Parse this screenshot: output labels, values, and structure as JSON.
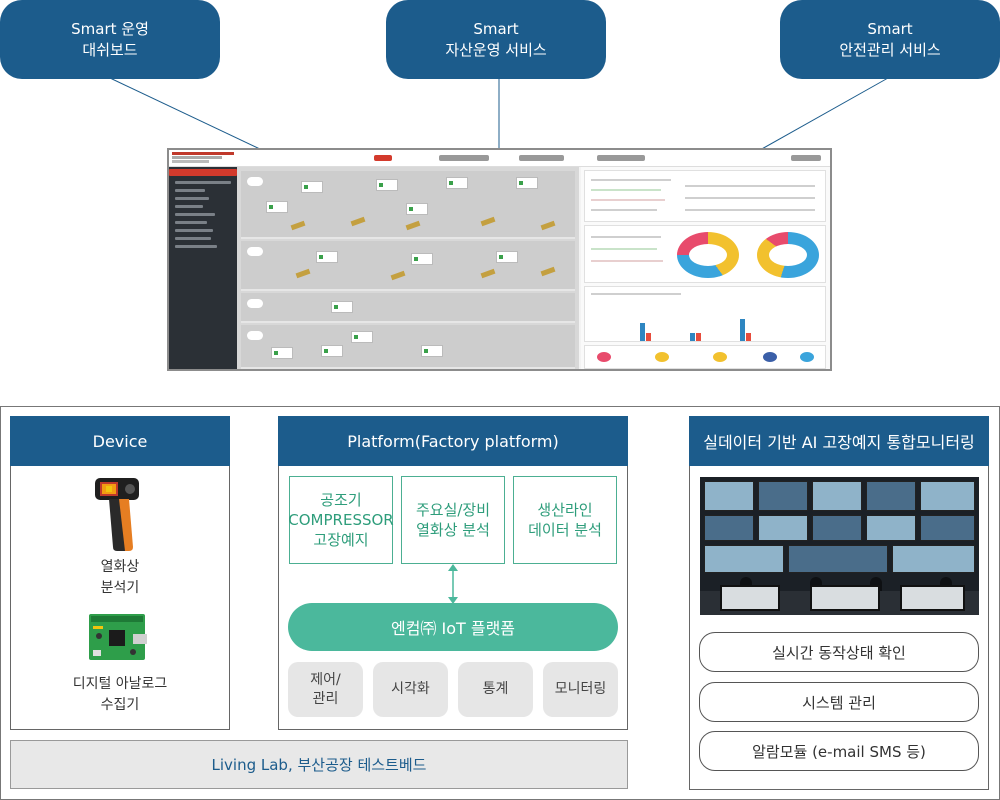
{
  "top_services": [
    {
      "line1": "Smart 운영",
      "line2": "대쉬보드"
    },
    {
      "line1": "Smart",
      "line2": "자산운영 서비스"
    },
    {
      "line1": "Smart",
      "line2": "안전관리 서비스"
    }
  ],
  "device": {
    "title": "Device",
    "items": [
      {
        "line1": "열화상",
        "line2": "분석기",
        "icon": "thermal-camera-icon"
      },
      {
        "line1": "디지털 아날로그",
        "line2": "수집기",
        "icon": "circuit-board-icon"
      }
    ]
  },
  "platform": {
    "title": "Platform(Factory platform)",
    "modules": [
      {
        "lines": [
          "공조기",
          "COMPRESSOR",
          "고장예지"
        ]
      },
      {
        "lines": [
          "주요실/장비",
          "열화상 분석"
        ]
      },
      {
        "lines": [
          "생산라인",
          "데이터 분석"
        ]
      }
    ],
    "iot": "엔컴㈜ IoT 플랫폼",
    "functions": [
      {
        "lines": [
          "제어/",
          "관리"
        ]
      },
      {
        "lines": [
          "시각화"
        ]
      },
      {
        "lines": [
          "통계"
        ]
      },
      {
        "lines": [
          "모니터링"
        ]
      }
    ]
  },
  "living_lab": "Living Lab, 부산공장 테스트베드",
  "monitoring": {
    "title": "실데이터 기반 AI 고장예지 통합모니터링",
    "options": [
      "실시간 동작상태 확인",
      "시스템 관리",
      "알람모듈 (e-mail SMS 등)"
    ]
  },
  "colors": {
    "navy": "#1c5c8c",
    "teal": "#4bb89c",
    "teal_text": "#2e9d7b",
    "gray_box": "#e6e6e6"
  }
}
